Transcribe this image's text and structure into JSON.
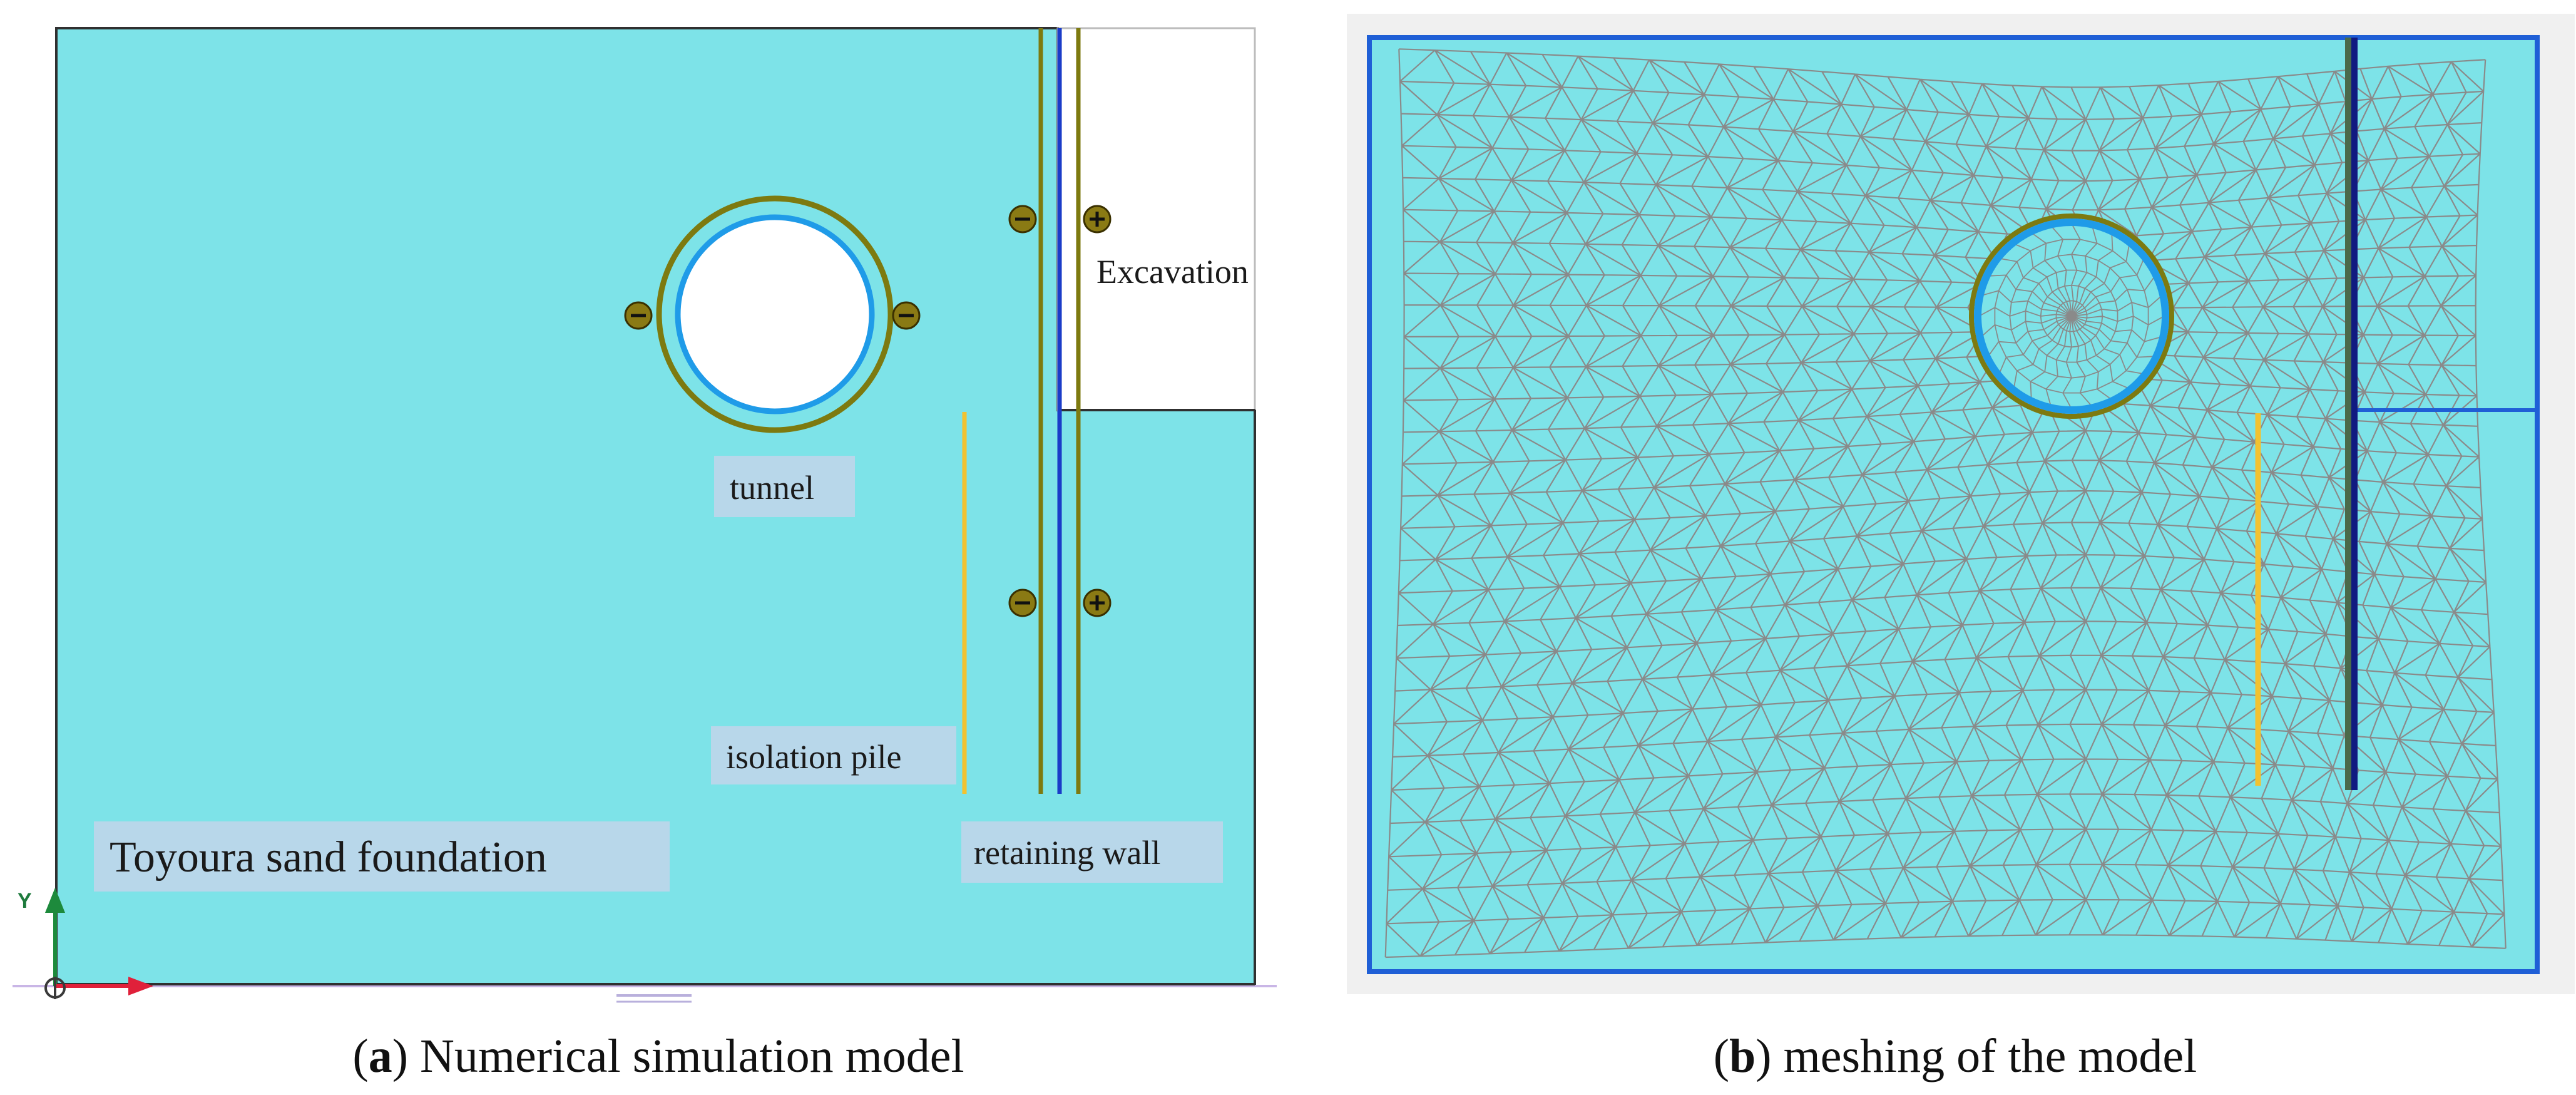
{
  "left_panel": {
    "labels": {
      "excavation": "Excavation",
      "tunnel": "tunnel",
      "isolation_pile": "isolation pile",
      "retaining_wall": "retaining wall",
      "foundation": "Toyoura sand foundation"
    },
    "axis_y": "Y",
    "caption_letter": "a",
    "caption_text": "Numerical simulation model"
  },
  "right_panel": {
    "caption_letter": "b",
    "caption_text": "meshing of the model"
  },
  "colors": {
    "soil": "#7de3e8",
    "soil_dark": "#78dfe6",
    "border": "#1f5fd6",
    "tunnel_lining": "#1f9be8",
    "interface_olive": "#7d7a10",
    "isolation_pile": "#f2c230",
    "retaining_wall": "#1a3cc8",
    "mesh_line": "#8a8a8a",
    "axis_green": "#1d8a3c",
    "axis_red": "#e0203a"
  }
}
